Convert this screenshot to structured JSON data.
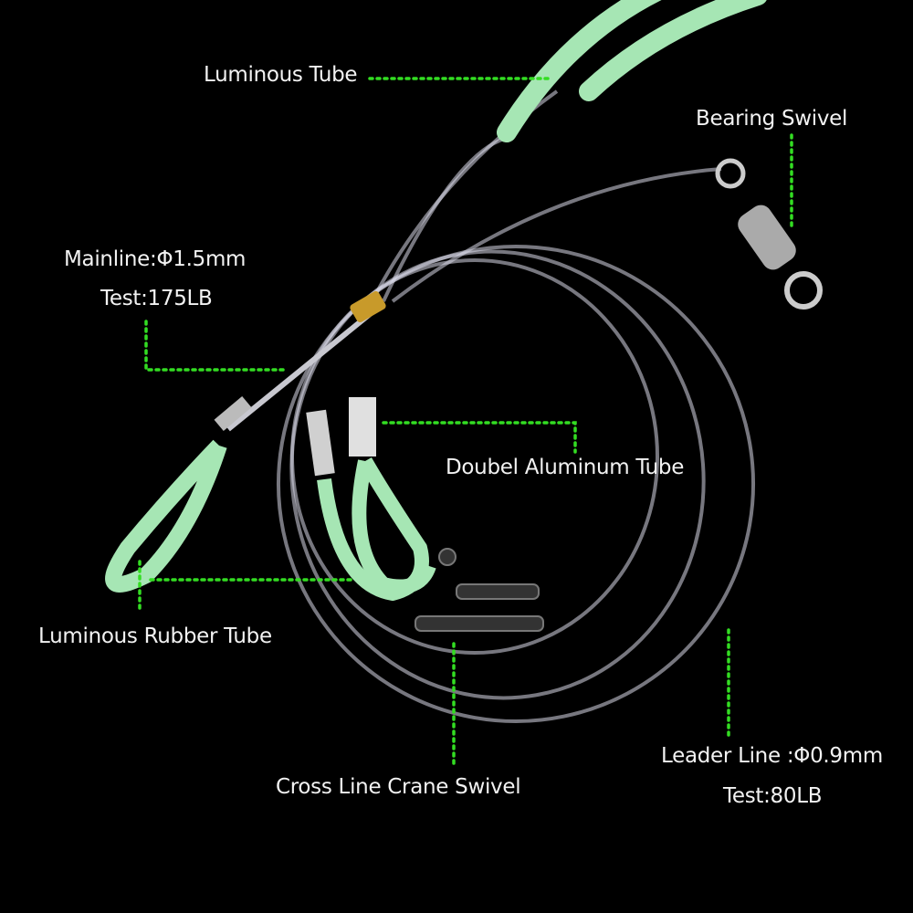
{
  "labels": {
    "luminous_tube": "Luminous Tube",
    "bearing_swivel": "Bearing Swivel",
    "mainline": "Mainline:Φ1.5mm",
    "mainline_test": "Test:175LB",
    "aluminum_tube": "Doubel Aluminum Tube",
    "rubber_tube": "Luminous Rubber Tube",
    "crane_swivel": "Cross Line Crane Swivel",
    "leader_line": "Leader Line :Φ0.9mm",
    "leader_test": "Test:80LB"
  },
  "colors": {
    "background": "#000000",
    "leader_dots": "#33dd22",
    "luminous_green": "#a6e6b4",
    "text": "#f2f2f2"
  }
}
